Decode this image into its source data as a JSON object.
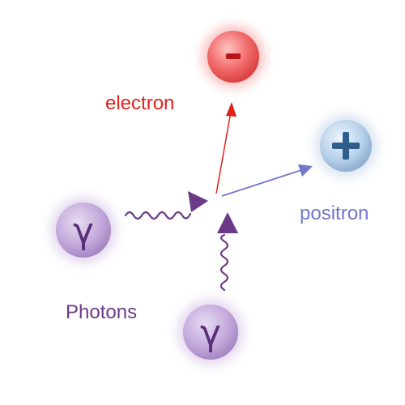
{
  "labels": {
    "electron": "electron",
    "positron": "positron",
    "photons": "Photons"
  },
  "particles": {
    "electron_symbol": "-",
    "positron_symbol": "+",
    "photon_symbol": "γ"
  },
  "colors": {
    "electron": "#e0211b",
    "electron_ball": "#f26b6b",
    "positron": "#6f78c9",
    "positron_ball": "#9fbfdf",
    "positron_sign": "#2f5e8c",
    "photon": "#6b3a86",
    "photon_ball": "#c2a8d9",
    "photon_symbol": "#5a2e78"
  }
}
